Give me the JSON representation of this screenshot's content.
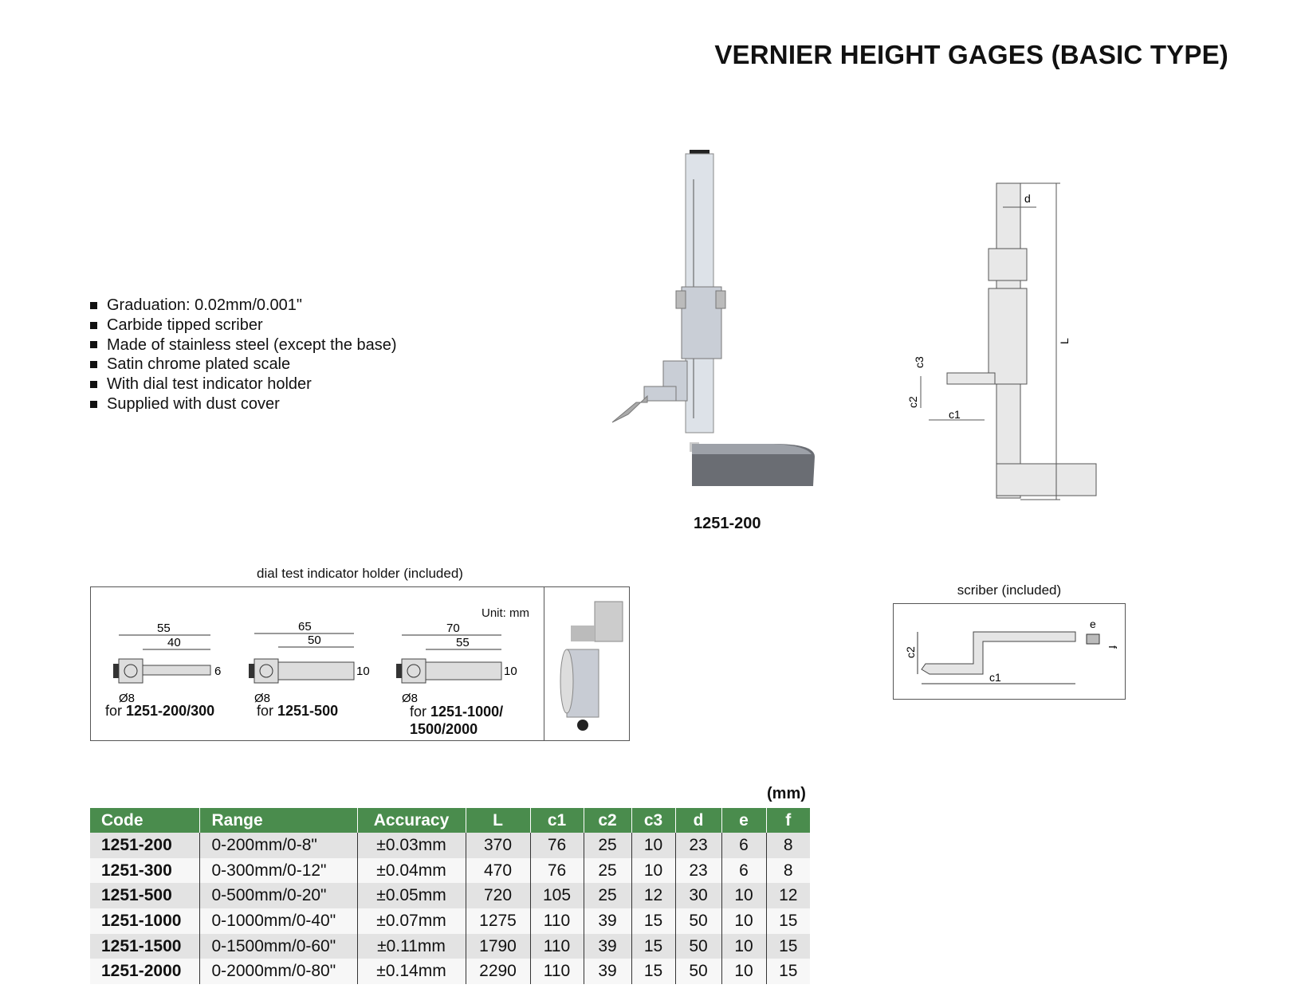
{
  "title": "VERNIER HEIGHT GAGES (BASIC TYPE)",
  "features": [
    "Graduation: 0.02mm/0.001\"",
    "Carbide tipped scriber",
    "Made of stainless steel (except the base)",
    "Satin chrome plated scale",
    "With dial test indicator holder",
    "Supplied with dust cover"
  ],
  "product_image": {
    "model": "1251-200"
  },
  "drawing": {
    "labels": [
      "d",
      "L",
      "c3",
      "c2",
      "c1"
    ]
  },
  "dial_holder": {
    "caption": "dial test indicator holder (included)",
    "unit": "Unit: mm",
    "variants": [
      {
        "for": "for ",
        "models": "1251-200/300",
        "dims": [
          "55",
          "40",
          "6"
        ],
        "dia": "Ø8"
      },
      {
        "for": "for ",
        "models": "1251-500",
        "dims": [
          "65",
          "50",
          "10"
        ],
        "dia": "Ø8"
      },
      {
        "for": "for ",
        "models": "1251-1000/ 1500/2000",
        "dims": [
          "70",
          "55",
          "10"
        ],
        "dia": "Ø8"
      }
    ]
  },
  "scriber": {
    "caption": "scriber (included)",
    "labels": [
      "c2",
      "c1",
      "e",
      "f"
    ]
  },
  "table": {
    "unit": "(mm)",
    "headers": [
      "Code",
      "Range",
      "Accuracy",
      "L",
      "c1",
      "c2",
      "c3",
      "d",
      "e",
      "f"
    ],
    "rows": [
      [
        "1251-200",
        "0-200mm/0-8\"",
        "±0.03mm",
        "370",
        "76",
        "25",
        "10",
        "23",
        "6",
        "8"
      ],
      [
        "1251-300",
        "0-300mm/0-12\"",
        "±0.04mm",
        "470",
        "76",
        "25",
        "10",
        "23",
        "6",
        "8"
      ],
      [
        "1251-500",
        "0-500mm/0-20\"",
        "±0.05mm",
        "720",
        "105",
        "25",
        "12",
        "30",
        "10",
        "12"
      ],
      [
        "1251-1000",
        "0-1000mm/0-40\"",
        "±0.07mm",
        "1275",
        "110",
        "39",
        "15",
        "50",
        "10",
        "15"
      ],
      [
        "1251-1500",
        "0-1500mm/0-60\"",
        "±0.11mm",
        "1790",
        "110",
        "39",
        "15",
        "50",
        "10",
        "15"
      ],
      [
        "1251-2000",
        "0-2000mm/0-80\"",
        "±0.14mm",
        "2290",
        "110",
        "39",
        "15",
        "50",
        "10",
        "15"
      ]
    ]
  },
  "colors": {
    "header_green": "#4a8c4d"
  }
}
